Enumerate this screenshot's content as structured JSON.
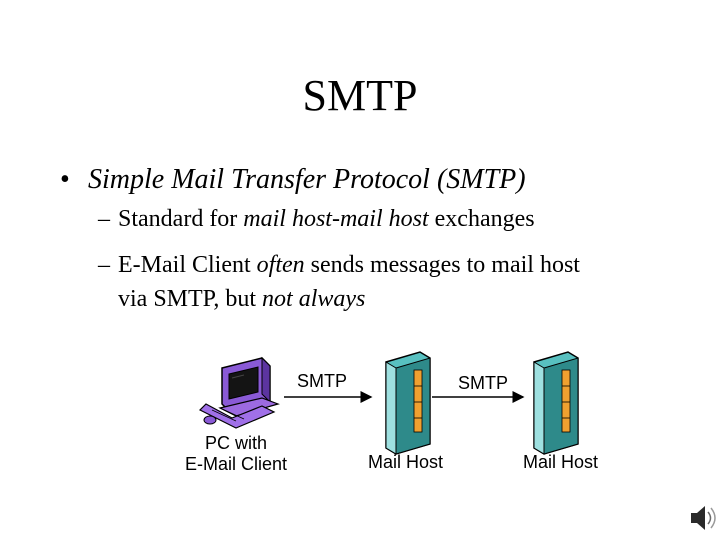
{
  "slide": {
    "title": "SMTP",
    "bullet": {
      "marker": "•",
      "text": "Simple Mail Transfer Protocol (SMTP)"
    },
    "subbullets": {
      "dash": "–",
      "line1": {
        "a": "Standard for ",
        "b": "mail host-mail host",
        "c": " exchanges"
      },
      "line2": {
        "a": "E-Mail Client ",
        "b": "often",
        "c": " sends messages to mail host"
      },
      "line3": {
        "a": "via SMTP, but ",
        "b": "not always"
      }
    }
  },
  "diagram": {
    "pc_label_line1": "PC with",
    "pc_label_line2": "E-Mail Client",
    "arrow1_label": "SMTP",
    "arrow2_label": "SMTP",
    "host1_label": "Mail Host",
    "host2_label": "Mail Host"
  },
  "colors": {
    "server_face": "#58c0c0",
    "server_side": "#2e8a8a",
    "server_panel": "#f0a030",
    "pc_monitor": "#7c4cc8",
    "pc_screen": "#141414"
  }
}
